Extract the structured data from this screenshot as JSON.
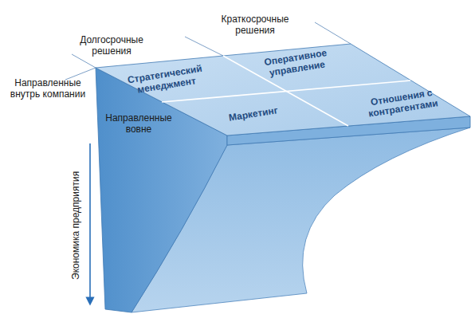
{
  "diagram": {
    "nodes": [
      {
        "text": [
          "Стратегический менеджмент"
        ]
      },
      {
        "text": [
          "Оперативное управление"
        ]
      },
      {
        "text": [
          "Маркетинг"
        ]
      },
      {
        "text": [
          "Отношения с контрагентами"
        ]
      }
    ],
    "labels": [
      "Долгосрочные решения",
      "Краткосрочные решения",
      "Направленные внутрь компании",
      "Направленные вовне",
      "Экономика предприятия"
    ]
  }
}
